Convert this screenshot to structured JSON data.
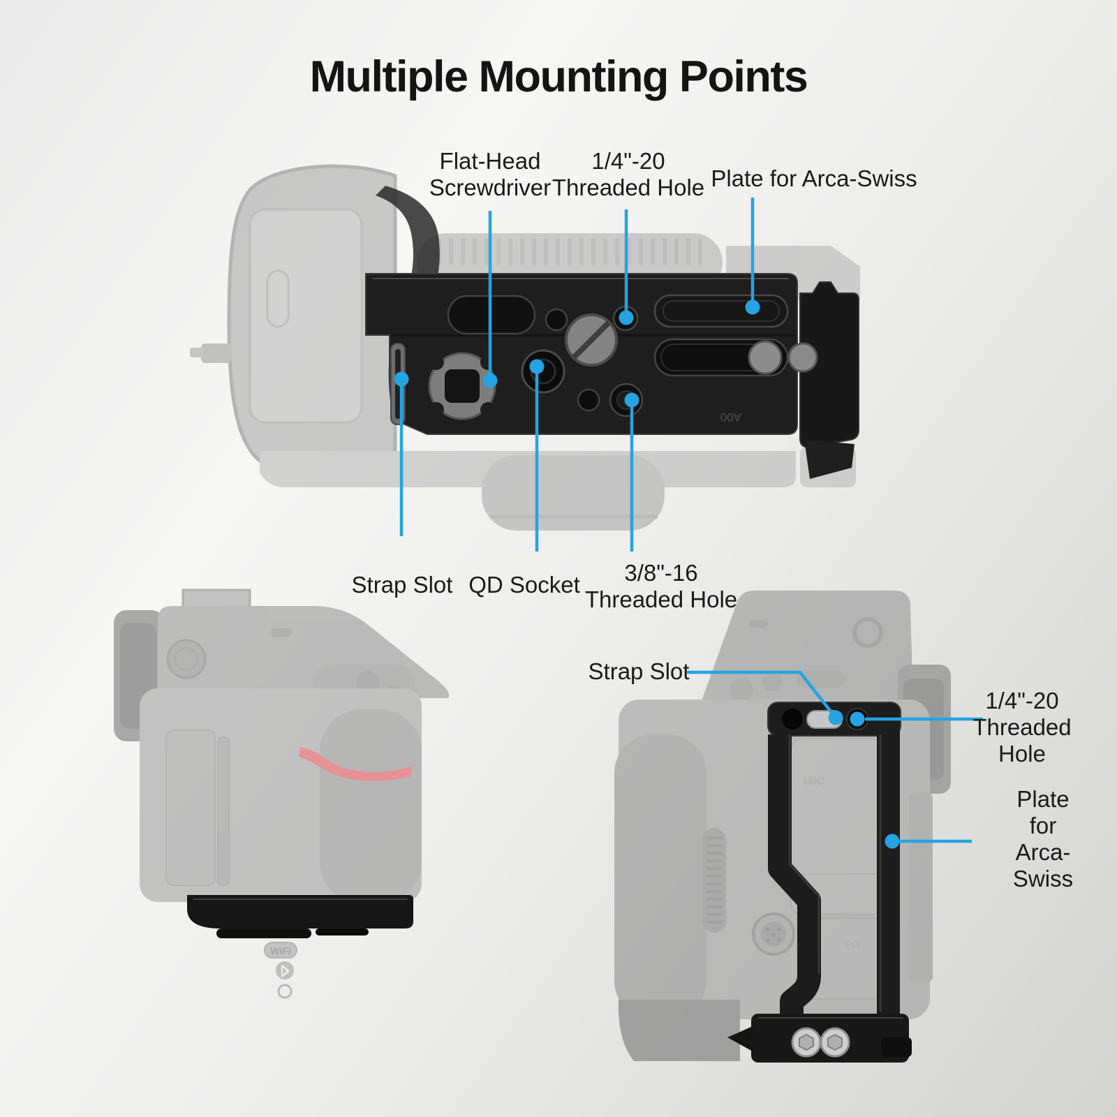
{
  "page": {
    "title": "Multiple Mounting Points"
  },
  "colors": {
    "accent": "#25a3e2",
    "title": "#141414",
    "label": "#1a1a1a"
  },
  "top_view": {
    "callouts": {
      "flat_head": "Flat-Head\nScrewdriver",
      "quarter_20": "1/4\"-20\nThreaded Hole",
      "arca": "Plate for Arca-Swiss",
      "strap": "Strap Slot",
      "qd": "QD Socket",
      "three_eighths": "3/8\"-16\nThreaded Hole"
    },
    "engraving": "A00"
  },
  "side_view": {
    "callouts": {
      "strap": "Strap Slot",
      "quarter_20": "1/4\"-20\nThreaded Hole",
      "arca": "Plate for\nArca-Swiss"
    },
    "port_labels": {
      "mic": "MIC",
      "po": "PO"
    },
    "badges": {
      "wifi": "WiFi"
    }
  }
}
